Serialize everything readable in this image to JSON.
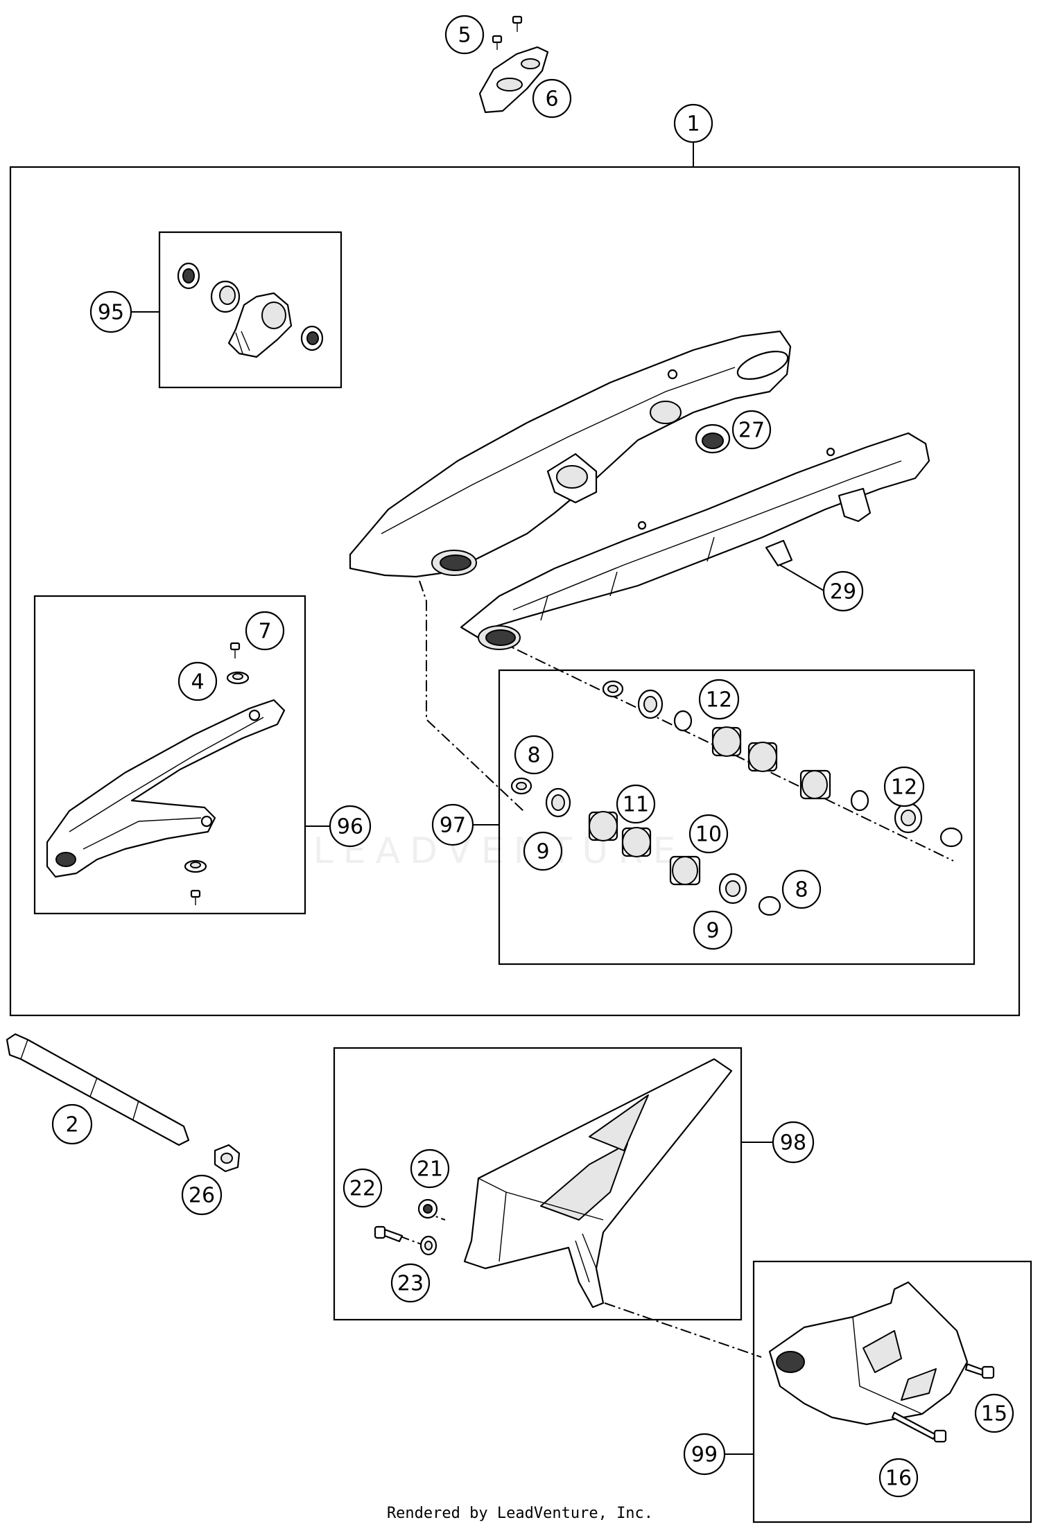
{
  "diagram": {
    "callouts": [
      "1",
      "2",
      "4",
      "5",
      "6",
      "7",
      "8",
      "8",
      "9",
      "9",
      "10",
      "11",
      "12",
      "12",
      "15",
      "16",
      "21",
      "22",
      "23",
      "26",
      "27",
      "29",
      "95",
      "96",
      "97",
      "98",
      "99"
    ],
    "watermark": "LEADVENTURE",
    "footer": "Rendered by LeadVenture, Inc."
  }
}
